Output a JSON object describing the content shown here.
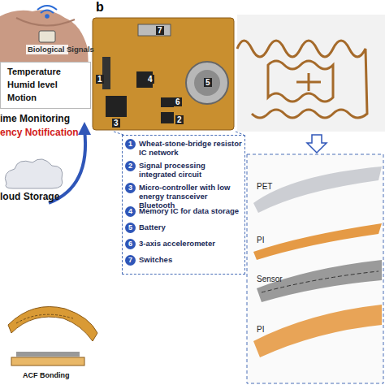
{
  "diagram": {
    "nodes": [
      {
        "text": [
          "Temperature",
          "Humid level",
          "Motion"
        ]
      },
      {
        "text": [
          "Wheat-stone-bridge resistor IC network",
          "Signal processing integrated circuit",
          "Micro-controller with low energy transceiver Bluetooth",
          "Memory IC for data storage",
          "Battery",
          "3-axis accelerometer",
          "Switches"
        ]
      }
    ],
    "labels": [
      "Biological Signals",
      "ime Monitoring",
      "ency Notification",
      "loud Storage",
      "ACF Bonding",
      "b",
      "7",
      "1",
      "4",
      "3",
      "6",
      "2",
      "5",
      "1",
      "2",
      "3",
      "4",
      "5",
      "6",
      "7",
      "PET",
      "PI",
      "Sensor",
      "PI"
    ]
  }
}
